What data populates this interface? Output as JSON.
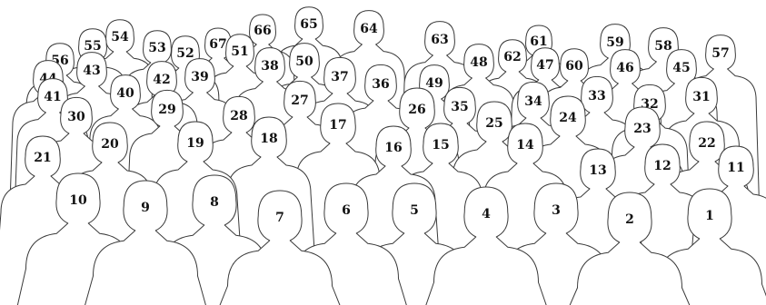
{
  "figure": {
    "people": [
      {
        "number": "1"
      },
      {
        "number": "2"
      },
      {
        "number": "3"
      },
      {
        "number": "4"
      },
      {
        "number": "5"
      },
      {
        "number": "6"
      },
      {
        "number": "7"
      },
      {
        "number": "8"
      },
      {
        "number": "9"
      },
      {
        "number": "10"
      },
      {
        "number": "11"
      },
      {
        "number": "12"
      },
      {
        "number": "13"
      },
      {
        "number": "14"
      },
      {
        "number": "15"
      },
      {
        "number": "16"
      },
      {
        "number": "17"
      },
      {
        "number": "18"
      },
      {
        "number": "19"
      },
      {
        "number": "20"
      },
      {
        "number": "21"
      },
      {
        "number": "22"
      },
      {
        "number": "23"
      },
      {
        "number": "24"
      },
      {
        "number": "25"
      },
      {
        "number": "26"
      },
      {
        "number": "27"
      },
      {
        "number": "28"
      },
      {
        "number": "29"
      },
      {
        "number": "30"
      },
      {
        "number": "31"
      },
      {
        "number": "32"
      },
      {
        "number": "33"
      },
      {
        "number": "34"
      },
      {
        "number": "35"
      },
      {
        "number": "36"
      },
      {
        "number": "37"
      },
      {
        "number": "38"
      },
      {
        "number": "39"
      },
      {
        "number": "40"
      },
      {
        "number": "41"
      },
      {
        "number": "42"
      },
      {
        "number": "43"
      },
      {
        "number": "44"
      },
      {
        "number": "45"
      },
      {
        "number": "46"
      },
      {
        "number": "47"
      },
      {
        "number": "48"
      },
      {
        "number": "49"
      },
      {
        "number": "50"
      },
      {
        "number": "51"
      },
      {
        "number": "52"
      },
      {
        "number": "53"
      },
      {
        "number": "54"
      },
      {
        "number": "55"
      },
      {
        "number": "56"
      },
      {
        "number": "57"
      },
      {
        "number": "58"
      },
      {
        "number": "59"
      },
      {
        "number": "60"
      },
      {
        "number": "61"
      },
      {
        "number": "62"
      },
      {
        "number": "63"
      },
      {
        "number": "64"
      },
      {
        "number": "65"
      },
      {
        "number": "66"
      },
      {
        "number": "67"
      }
    ]
  },
  "colors": {
    "line": "#3a3a3a",
    "text": "#111111",
    "background": "#ffffff"
  }
}
